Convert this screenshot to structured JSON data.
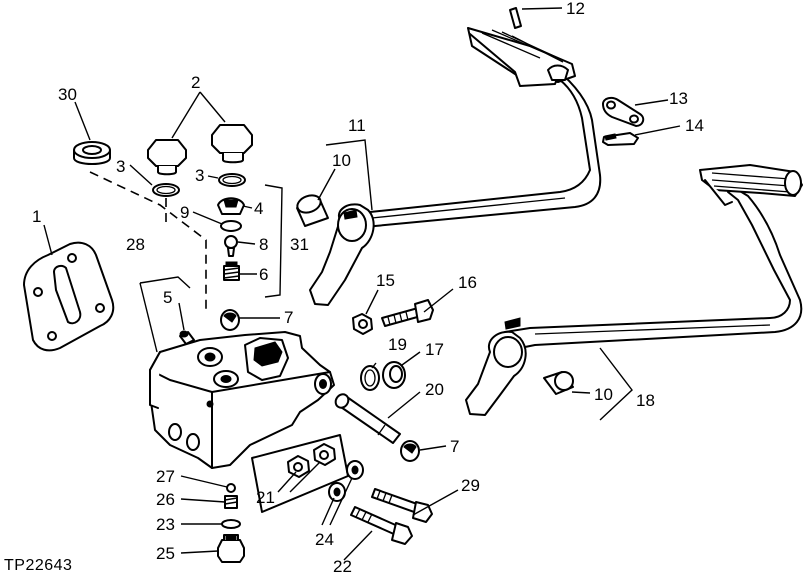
{
  "figure": {
    "id": "TP22643"
  },
  "callouts": {
    "c1": "1",
    "c2": "2",
    "c3a": "3",
    "c3b": "3",
    "c4": "4",
    "c5": "5",
    "c6": "6",
    "c7a": "7",
    "c7b": "7",
    "c8": "8",
    "c9": "9",
    "c10a": "10",
    "c10b": "10",
    "c11": "11",
    "c12": "12",
    "c13": "13",
    "c14": "14",
    "c15": "15",
    "c16": "16",
    "c17": "17",
    "c18": "18",
    "c19": "19",
    "c20": "20",
    "c21": "21",
    "c22": "22",
    "c23": "23",
    "c24": "24",
    "c25": "25",
    "c26": "26",
    "c27": "27",
    "c28": "28",
    "c29": "29",
    "c30": "30",
    "c31": "31"
  }
}
